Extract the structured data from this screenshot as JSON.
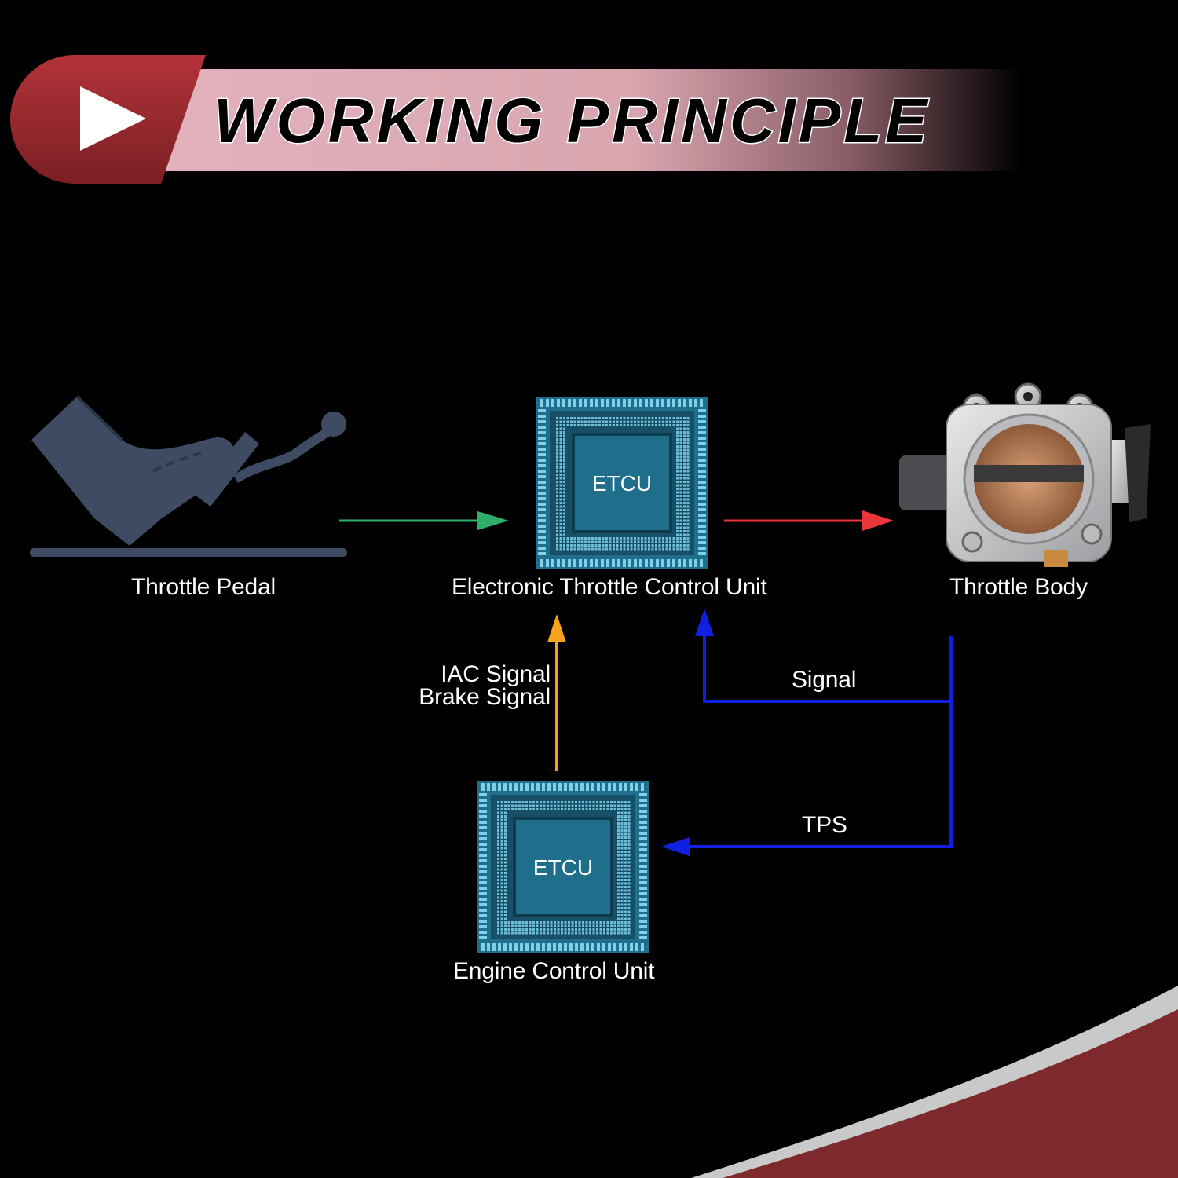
{
  "header": {
    "title": "WORKING PRINCIPLE",
    "play_icon": "play-icon",
    "colors": {
      "badge": "#9b2b30",
      "banner_light": "#e6b7c1",
      "banner_dark": "#000000"
    }
  },
  "nodes": {
    "pedal": {
      "label": "Throttle Pedal",
      "icon": "foot-pedal-icon"
    },
    "etcu": {
      "label": "Electronic Throttle Control Unit",
      "chip_text": "ETCU",
      "icon": "chip-icon"
    },
    "throttle_body": {
      "label": "Throttle Body",
      "icon": "throttle-body-icon"
    },
    "ecu": {
      "label": "Engine Control Unit",
      "chip_text": "ETCU",
      "icon": "chip-icon"
    }
  },
  "connections": {
    "pedal_to_etcu": {
      "color": "#2fae6a"
    },
    "etcu_to_throttle": {
      "color": "#e8363a"
    },
    "ecu_to_etcu": {
      "color": "#f5a21c",
      "labels": [
        "IAC Signal",
        "Brake Signal"
      ]
    },
    "throttle_to_etcu": {
      "color": "#1020e0",
      "label": "Signal"
    },
    "throttle_to_ecu": {
      "color": "#1020e0",
      "label": "TPS"
    }
  },
  "colors": {
    "chip": "#1f6e8c",
    "chip_dot": "#7fd0ea",
    "footer_red": "#7e2a2d",
    "footer_silver": "#c9c9c9"
  }
}
